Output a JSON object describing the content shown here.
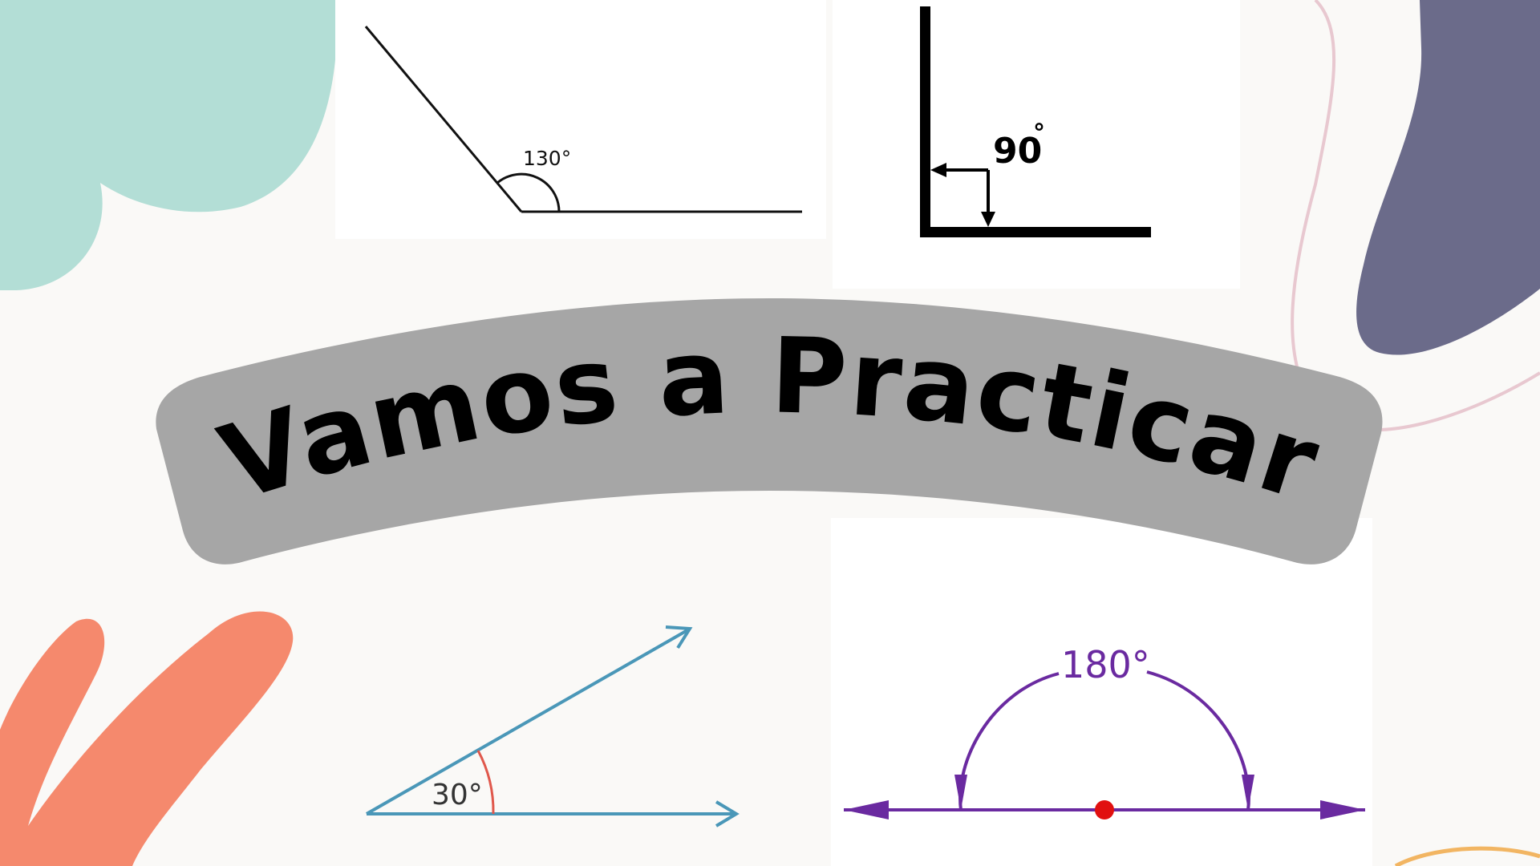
{
  "banner": {
    "title": "Vamos a Practicar"
  },
  "angles": [
    {
      "label": "130°",
      "color": "#111111"
    },
    {
      "label": "90",
      "degree_mark": "°",
      "color": "#000000"
    },
    {
      "label": "30°",
      "color": "#4a97b8",
      "arc_color": "#e0584c"
    },
    {
      "label": "180°",
      "color": "#6a2aa0",
      "point_color": "#e11010"
    }
  ],
  "decor_colors": {
    "mint": "#b3ded6",
    "slate": "#6b6b8a",
    "coral": "#f5896d",
    "pink_line": "#e8c8d0",
    "orange_line": "#f2b562",
    "banner": "#a6a6a6"
  }
}
